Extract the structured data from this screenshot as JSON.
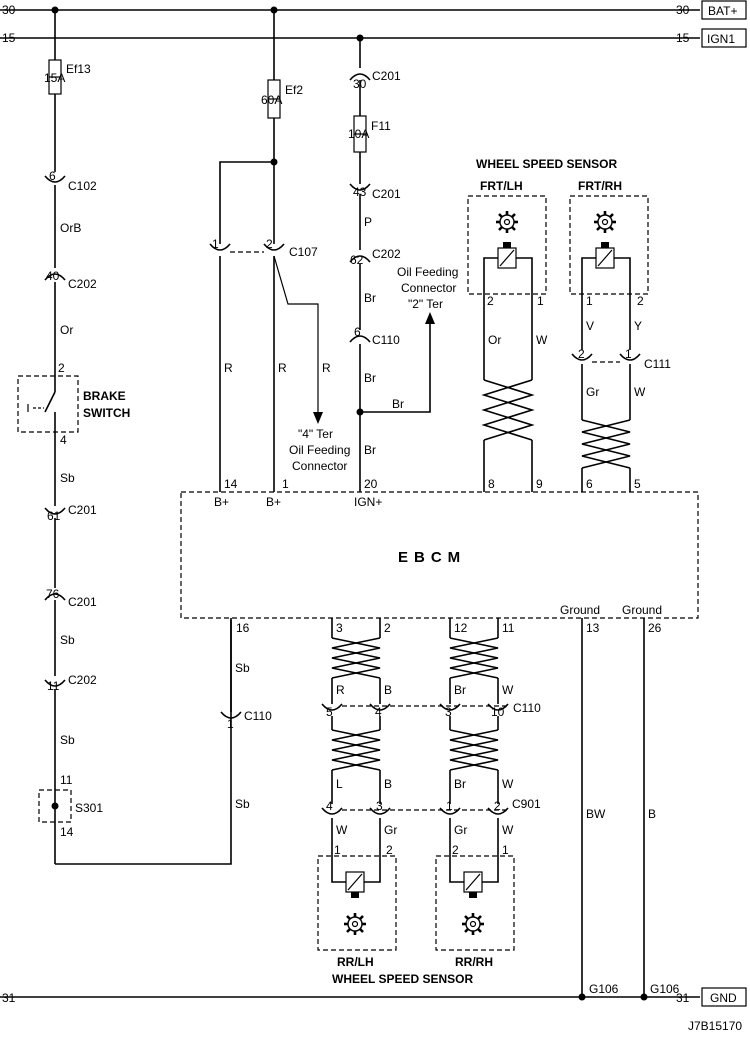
{
  "rails": {
    "bat_left": "30",
    "bat_right": "30",
    "bat_box": "BAT+",
    "ign_left": "15",
    "ign_right": "15",
    "ign_box": "IGN1",
    "gnd_left": "31",
    "gnd_right": "31",
    "gnd_box": "GND"
  },
  "fuses": {
    "ef13_name": "Ef13",
    "ef13_rating": "15A",
    "ef2_name": "Ef2",
    "ef2_rating": "60A",
    "f11_name": "F11",
    "f11_rating": "10A"
  },
  "connectors": {
    "c102": "C102",
    "c202": "C202",
    "c201": "C201",
    "c107": "C107",
    "c110": "C110",
    "c111": "C111",
    "c901": "C901",
    "s301": "S301"
  },
  "pins": {
    "left_c102": "6",
    "left_c202_top": "40",
    "brake_top": "2",
    "brake_bot": "4",
    "left_c201_a": "61",
    "left_c201_b": "76",
    "left_c202_b": "11",
    "s301_top": "11",
    "s301_bot": "14",
    "ign_c201": "30",
    "ign_c201_b": "43",
    "ign_c202": "62",
    "ign_c110": "6",
    "c107_1": "1",
    "c107_2": "2",
    "c110_lower": "1",
    "ecu_14": "14",
    "ecu_1": "1",
    "ecu_20": "20",
    "ecu_8": "8",
    "ecu_9": "9",
    "ecu_6": "6",
    "ecu_5": "5",
    "ecu_16": "16",
    "ecu_3": "3",
    "ecu_2": "2",
    "ecu_12": "12",
    "ecu_11": "11",
    "ecu_13": "13",
    "ecu_26": "26",
    "frlh_2": "2",
    "frlh_1": "1",
    "frrh_1": "1",
    "frrh_2": "2",
    "c111_2": "2",
    "c111_1": "1",
    "c110_5": "5",
    "c110_4": "4",
    "c110_3": "3",
    "c110_10": "10",
    "c901_4": "4",
    "c901_3": "3",
    "c901_1": "1",
    "c901_2": "2",
    "rrlh_1": "1",
    "rrlh_2": "2",
    "rrrh_2": "2",
    "rrrh_1": "1"
  },
  "wire_colors": {
    "orb": "OrB",
    "or": "Or",
    "sb": "Sb",
    "r": "R",
    "p": "P",
    "br": "Br",
    "w": "W",
    "v": "V",
    "y": "Y",
    "gr": "Gr",
    "b": "B",
    "l": "L",
    "bw": "BW"
  },
  "labels": {
    "brake_switch_1": "BRAKE",
    "brake_switch_2": "SWITCH",
    "wss_top": "WHEEL SPEED SENSOR",
    "frt_lh": "FRT/LH",
    "frt_rh": "FRT/RH",
    "oil_feed_1": "Oil Feeding",
    "oil_feed_2": "Connector",
    "oil_feed_3": "\"2\" Ter",
    "ter4_1": "\"4\" Ter",
    "ter4_2": "Oil Feeding",
    "ter4_3": "Connector",
    "ebcm": "EBCM",
    "bplus_1": "B+",
    "bplus_2": "B+",
    "ignplus": "IGN+",
    "ground_1": "Ground",
    "ground_2": "Ground",
    "rr_lh": "RR/LH",
    "rr_rh": "RR/RH",
    "wss_bottom": "WHEEL SPEED SENSOR",
    "g106_a": "G106",
    "g106_b": "G106",
    "diagram_id": "J7B15170"
  }
}
